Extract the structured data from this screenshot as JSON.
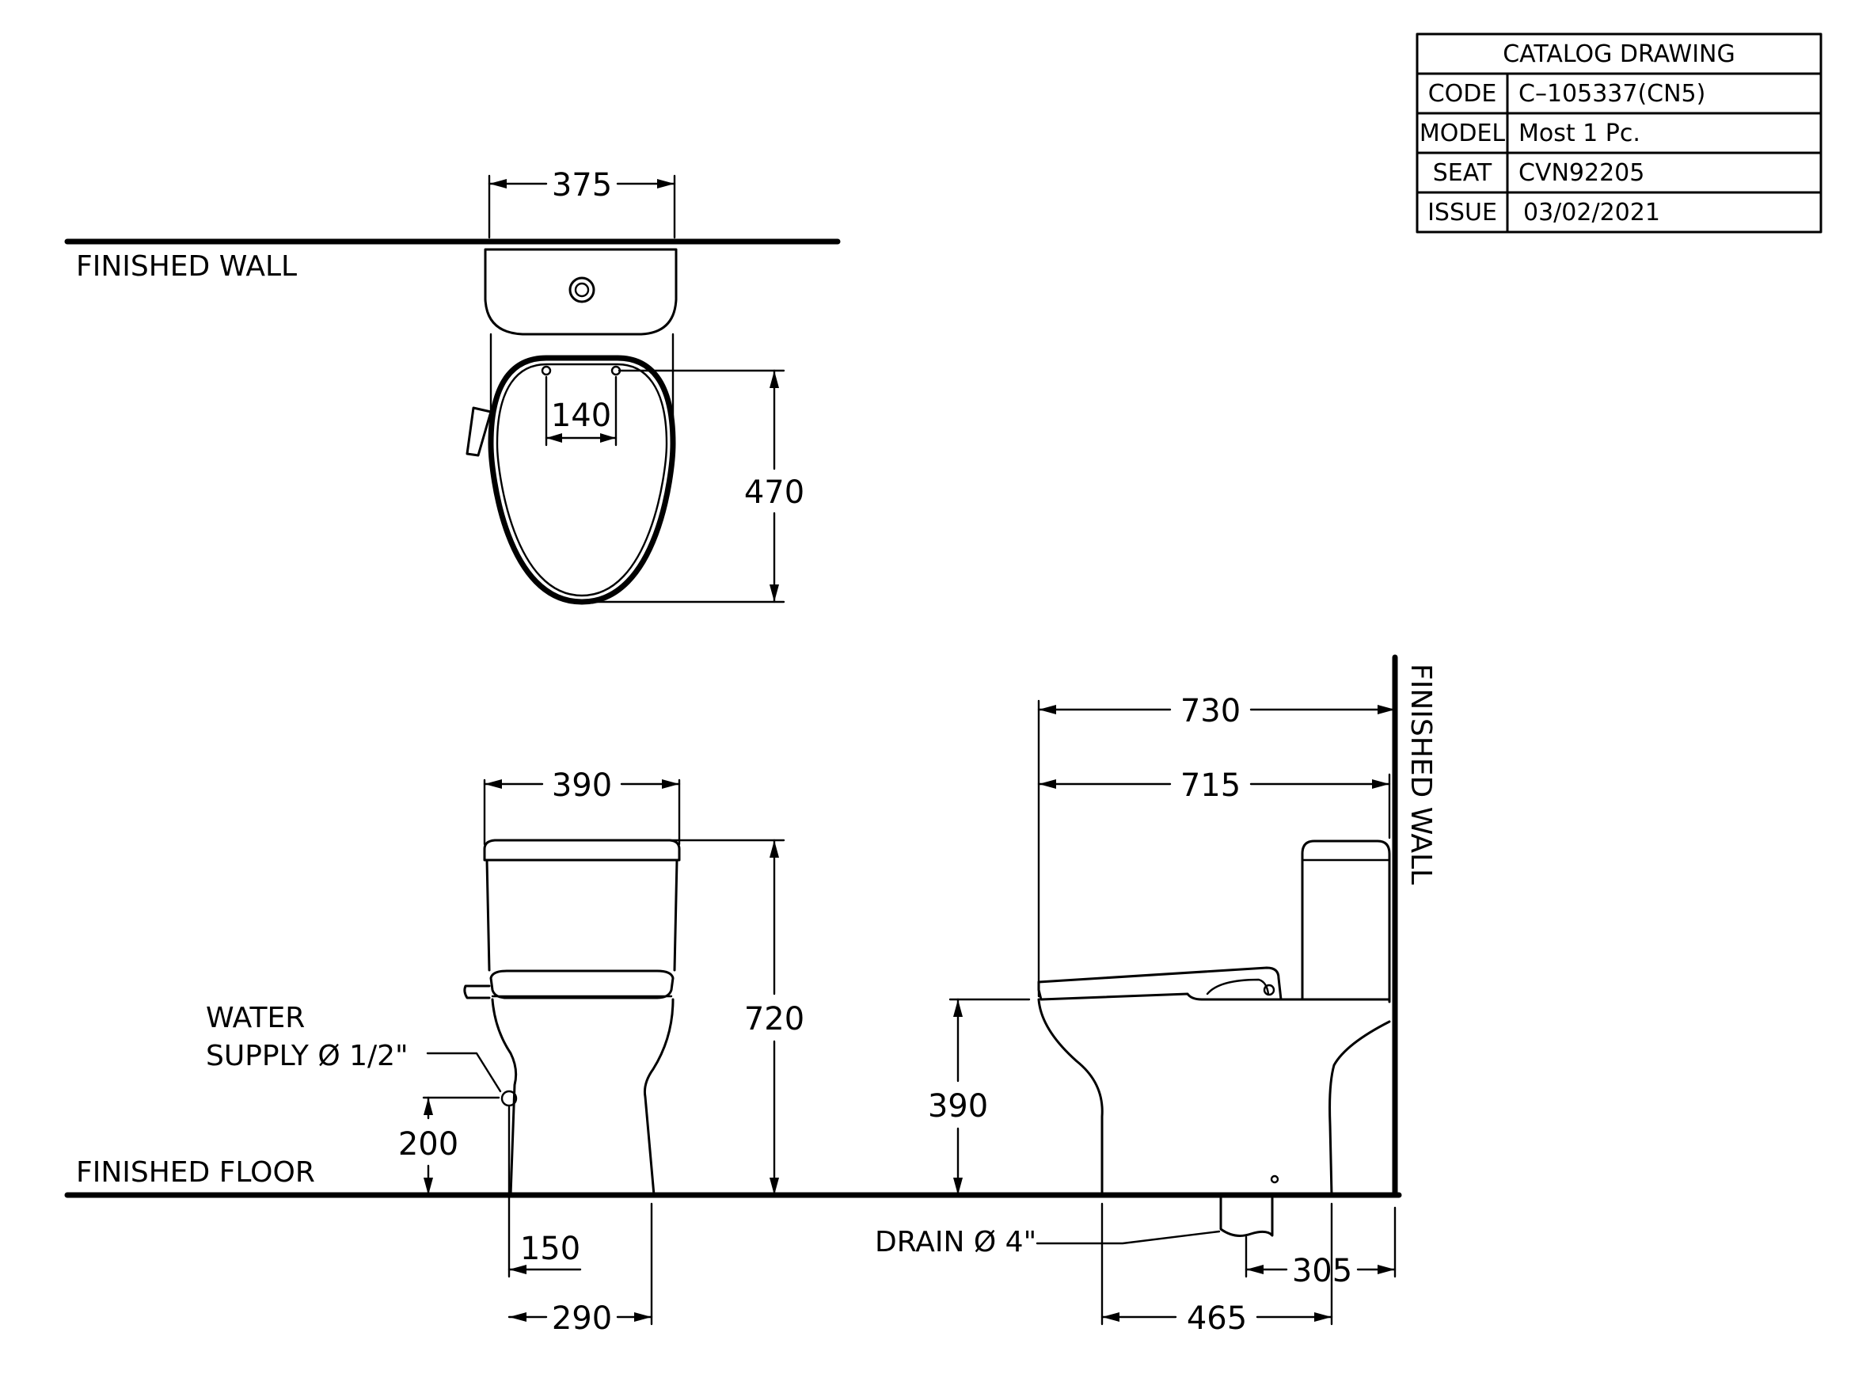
{
  "title_block": {
    "header": "CATALOG  DRAWING",
    "rows": [
      {
        "label": "CODE",
        "value": "C–105337(CN5)"
      },
      {
        "label": "MODEL",
        "value": "Most  1  Pc."
      },
      {
        "label": "SEAT",
        "value": "CVN92205"
      },
      {
        "label": "ISSUE",
        "value": "03/02/2021"
      }
    ]
  },
  "labels": {
    "finished_wall_top": "FINISHED WALL",
    "finished_wall_side": "FINISHED WALL",
    "finished_floor": "FINISHED FLOOR",
    "water_line1": "WATER",
    "water_line2": "SUPPLY Ø 1/2\"",
    "drain": "DRAIN Ø 4\""
  },
  "dimensions": {
    "top_width": "375",
    "seat_holes": "140",
    "top_depth": "470",
    "front_width": "390",
    "front_height": "720",
    "supply_height": "200",
    "supply_offset": "150",
    "base_width": "290",
    "side_overall": "730",
    "side_seat": "715",
    "side_seat_height": "390",
    "drain_rough_in": "305",
    "side_base": "465"
  },
  "colors": {
    "ink": "#000000",
    "paper": "#ffffff"
  }
}
